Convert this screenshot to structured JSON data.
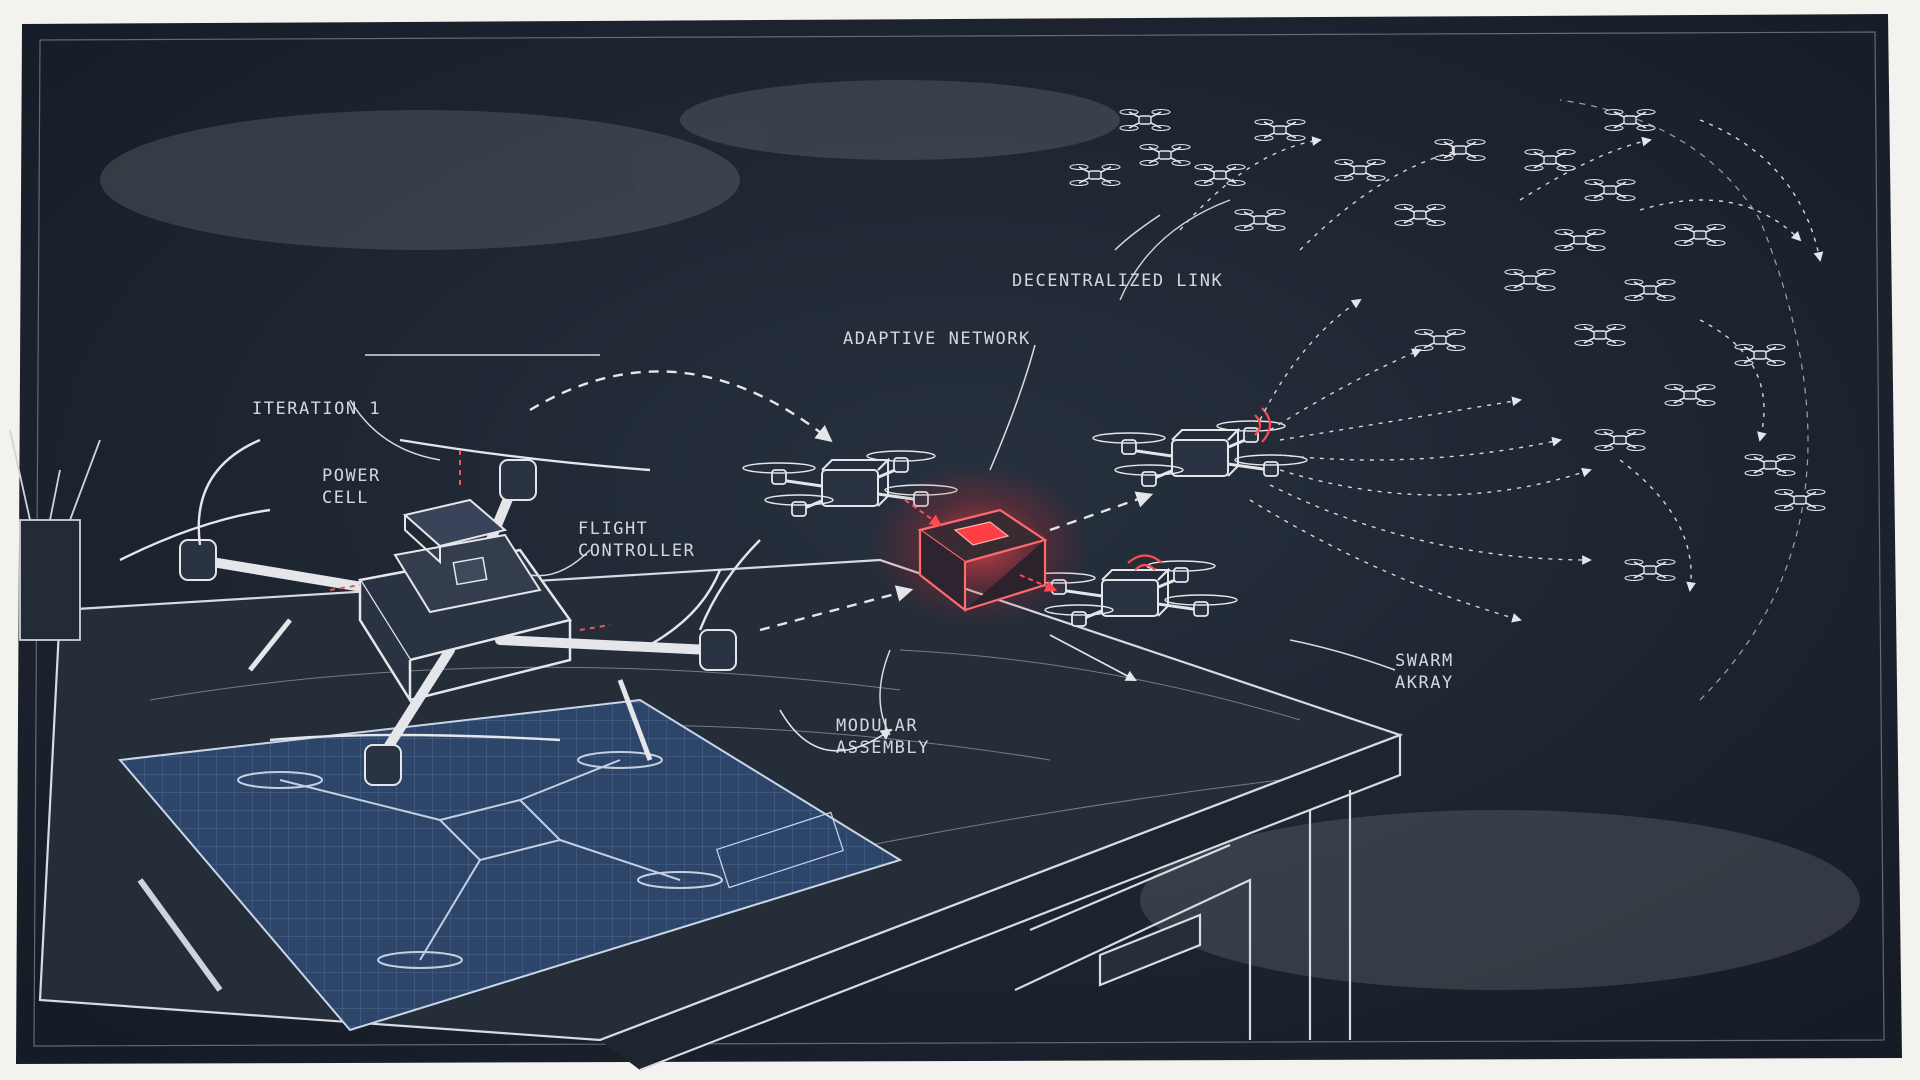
{
  "labels": {
    "iteration": "ITERATION 1",
    "power_cell": [
      "POWER",
      "CELL"
    ],
    "flight_controller": [
      "FLIGHT",
      "CONTROLLER"
    ],
    "adaptive_network": "ADAPTIVE NETWORK",
    "decentralized_link": "DECENTRALIZED LINK",
    "modular_assembly": [
      "MODULAR",
      "ASSEMBLY"
    ],
    "swarm_array": [
      "SWARM",
      "AKRAY"
    ]
  },
  "colors": {
    "board": "#1f2734",
    "chalk": "#e4e6ea",
    "blueprint": "#2d4569",
    "core_glow": "#e0343c",
    "frame": "#f4f2ee"
  },
  "icons": {
    "drone": "quadcopter-sketch",
    "signal": "wifi-signal-icon",
    "core": "network-core-module"
  }
}
